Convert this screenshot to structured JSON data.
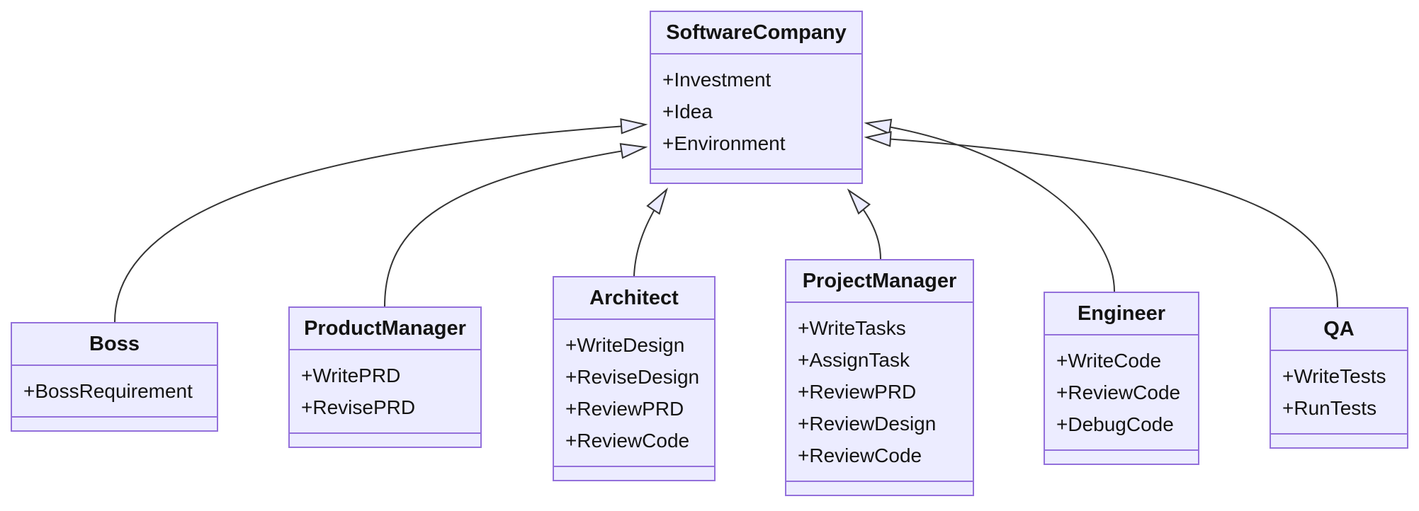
{
  "diagram": {
    "type": "uml-class-diagram",
    "classes": [
      {
        "name": "SoftwareCompany",
        "members": [
          "+Investment",
          "+Idea",
          "+Environment"
        ]
      },
      {
        "name": "Boss",
        "members": [
          "+BossRequirement"
        ]
      },
      {
        "name": "ProductManager",
        "members": [
          "+WritePRD",
          "+RevisePRD"
        ]
      },
      {
        "name": "Architect",
        "members": [
          "+WriteDesign",
          "+ReviseDesign",
          "+ReviewPRD",
          "+ReviewCode"
        ]
      },
      {
        "name": "ProjectManager",
        "members": [
          "+WriteTasks",
          "+AssignTask",
          "+ReviewPRD",
          "+ReviewDesign",
          "+ReviewCode"
        ]
      },
      {
        "name": "Engineer",
        "members": [
          "+WriteCode",
          "+ReviewCode",
          "+DebugCode"
        ]
      },
      {
        "name": "QA",
        "members": [
          "+WriteTests",
          "+RunTests"
        ]
      }
    ],
    "relations": [
      {
        "from": "Boss",
        "to": "SoftwareCompany",
        "type": "inheritance"
      },
      {
        "from": "ProductManager",
        "to": "SoftwareCompany",
        "type": "inheritance"
      },
      {
        "from": "Architect",
        "to": "SoftwareCompany",
        "type": "inheritance"
      },
      {
        "from": "ProjectManager",
        "to": "SoftwareCompany",
        "type": "inheritance"
      },
      {
        "from": "Engineer",
        "to": "SoftwareCompany",
        "type": "inheritance"
      },
      {
        "from": "QA",
        "to": "SoftwareCompany",
        "type": "inheritance"
      }
    ],
    "colors": {
      "node_fill": "#ECECFF",
      "node_border": "#9370DB",
      "edge": "#333333",
      "text": "#131313",
      "background": "#FFFFFF"
    }
  }
}
